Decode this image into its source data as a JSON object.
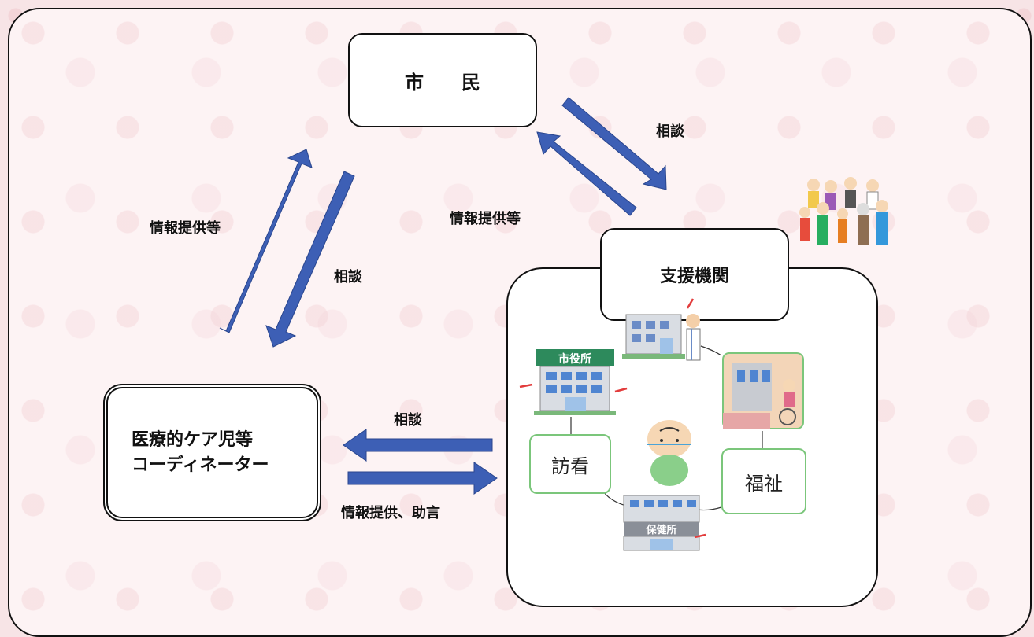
{
  "nodes": {
    "citizen": "市　　民",
    "coordinator_line1": "医療的ケア児等",
    "coordinator_line2": "コーディネーター",
    "support": "支援機関",
    "houkan": "訪看",
    "fukushi": "福祉"
  },
  "edges": {
    "citizen_to_coord": "情報提供等",
    "coord_to_citizen": "相談",
    "citizen_to_support": "相談",
    "support_to_citizen": "情報提供等",
    "support_to_coord": "相談",
    "coord_to_support": "情報提供、助言"
  },
  "signage": {
    "city_hall": "市役所",
    "health_center": "保健所"
  },
  "colors": {
    "arrow": "#3d5fb5",
    "arrow_border": "#2a468e",
    "green_border": "#7bc67b",
    "background": "#f7e4e6"
  }
}
